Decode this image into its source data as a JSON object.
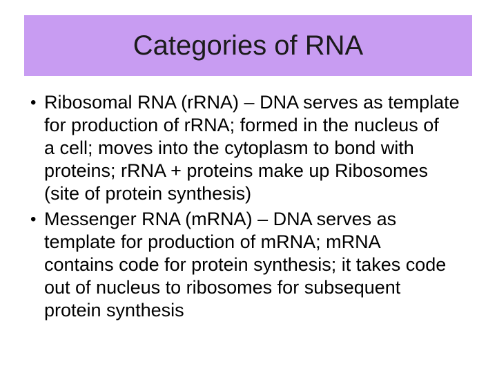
{
  "slide": {
    "title": "Categories of RNA",
    "colors": {
      "band": "#c89cf2",
      "title_text": "#1b1b1b",
      "body_text": "#000000",
      "background": "#ffffff"
    },
    "bullets": [
      {
        "marker": "•",
        "text": "Ribosomal RNA (rRNA) – DNA serves as template\nfor production of rRNA; formed in the nucleus of\na cell; moves into the cytoplasm to bond with\nproteins; rRNA + proteins make up Ribosomes\n(site of protein synthesis)"
      },
      {
        "marker": "•",
        "text": "Messenger RNA (mRNA) – DNA serves as\ntemplate for production of mRNA; mRNA\ncontains code for protein synthesis; it takes code\nout of nucleus to ribosomes for subsequent\nprotein synthesis"
      }
    ]
  }
}
